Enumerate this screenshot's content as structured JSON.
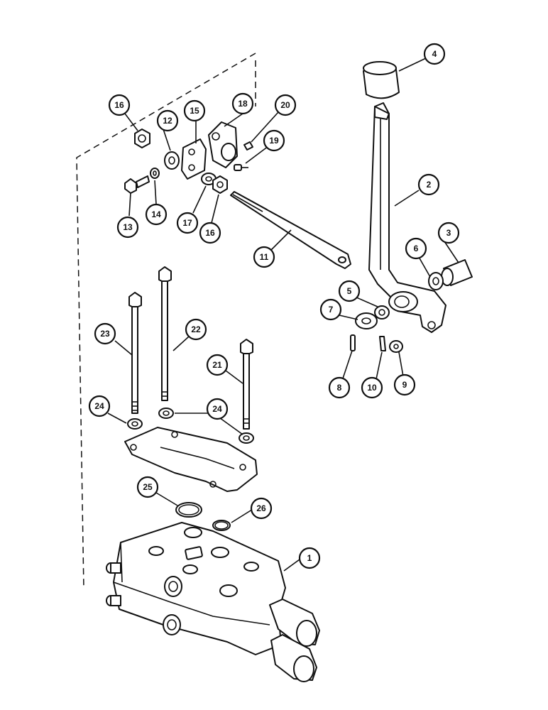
{
  "callouts": [
    {
      "id": "c1",
      "label": "1"
    },
    {
      "id": "c2",
      "label": "2"
    },
    {
      "id": "c3",
      "label": "3"
    },
    {
      "id": "c4",
      "label": "4"
    },
    {
      "id": "c5",
      "label": "5"
    },
    {
      "id": "c6",
      "label": "6"
    },
    {
      "id": "c7",
      "label": "7"
    },
    {
      "id": "c8",
      "label": "8"
    },
    {
      "id": "c9",
      "label": "9"
    },
    {
      "id": "c10",
      "label": "10"
    },
    {
      "id": "c11",
      "label": "11"
    },
    {
      "id": "c12",
      "label": "12"
    },
    {
      "id": "c13",
      "label": "13"
    },
    {
      "id": "c14",
      "label": "14"
    },
    {
      "id": "c15",
      "label": "15"
    },
    {
      "id": "c16a",
      "label": "16"
    },
    {
      "id": "c16b",
      "label": "16"
    },
    {
      "id": "c17",
      "label": "17"
    },
    {
      "id": "c18",
      "label": "18"
    },
    {
      "id": "c19",
      "label": "19"
    },
    {
      "id": "c20",
      "label": "20"
    },
    {
      "id": "c21",
      "label": "21"
    },
    {
      "id": "c22",
      "label": "22"
    },
    {
      "id": "c23",
      "label": "23"
    },
    {
      "id": "c24a",
      "label": "24"
    },
    {
      "id": "c24b",
      "label": "24"
    },
    {
      "id": "c25",
      "label": "25"
    },
    {
      "id": "c26",
      "label": "26"
    }
  ]
}
